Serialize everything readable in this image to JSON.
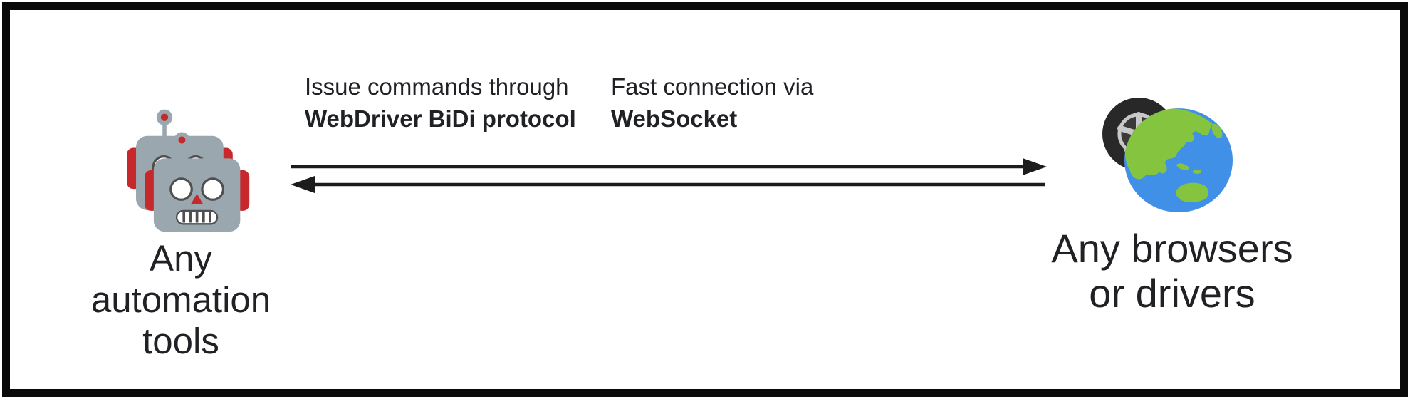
{
  "diagram": {
    "nodes": {
      "left": {
        "caption": "Any\nautomation\ntools",
        "icon": "robots-icon"
      },
      "right": {
        "caption": "Any browsers\nor drivers",
        "icon": "globe-tire-icon"
      }
    },
    "connections": {
      "to_browsers": {
        "description": "Issue commands through",
        "protocol": "WebDriver BiDi protocol",
        "direction": "left-to-right"
      },
      "to_tools": {
        "description": "Fast connection via",
        "protocol": "WebSocket",
        "direction": "right-to-left"
      }
    }
  },
  "colors": {
    "text": "#202124",
    "arrow": "#1c1c1c",
    "robot-body": "#9aa7af",
    "robot-red": "#c6282c",
    "robot-stroke": "#4f4f4f",
    "globe-ocean": "#4090e8",
    "globe-land": "#84c43e",
    "tire-dark": "#282828",
    "tire-rim": "#c8c8c8"
  }
}
